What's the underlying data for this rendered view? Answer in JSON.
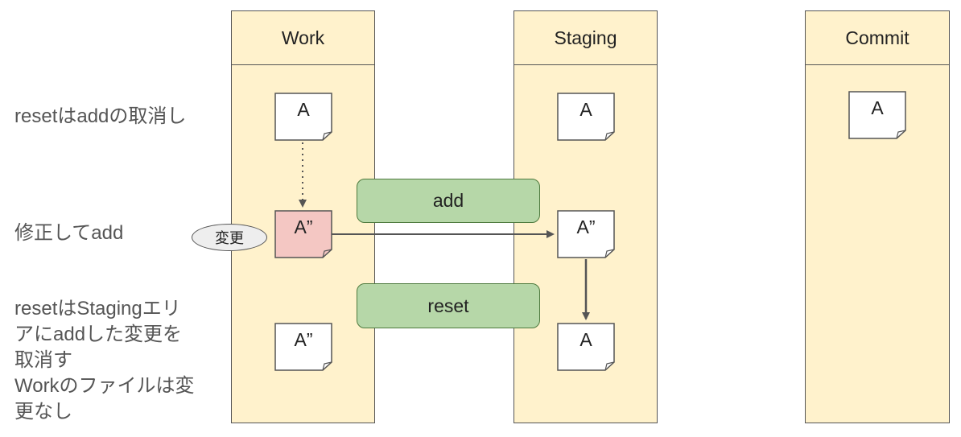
{
  "columns": {
    "work": "Work",
    "staging": "Staging",
    "commit": "Commit"
  },
  "notes": {
    "work_row1": "A",
    "staging_row1": "A",
    "commit_row1": "A",
    "work_row2": "A”",
    "staging_row2": "A”",
    "work_row3": "A”",
    "staging_row3": "A"
  },
  "actions": {
    "add": "add",
    "reset": "reset"
  },
  "badge": "変更",
  "descriptions": {
    "row1": [
      "resetはaddの取消し"
    ],
    "row2": [
      "修正してadd"
    ],
    "row3": [
      "resetはStagingエリ",
      "アにaddした変更を",
      "取消す",
      "Workのファイルは変",
      "更なし"
    ]
  },
  "colors": {
    "column_fill": "#fff2cc",
    "button_fill": "#b6d7a8",
    "modified_note_fill": "#f4c7c3",
    "note_fill": "#ffffff",
    "arrow": "#555555"
  }
}
